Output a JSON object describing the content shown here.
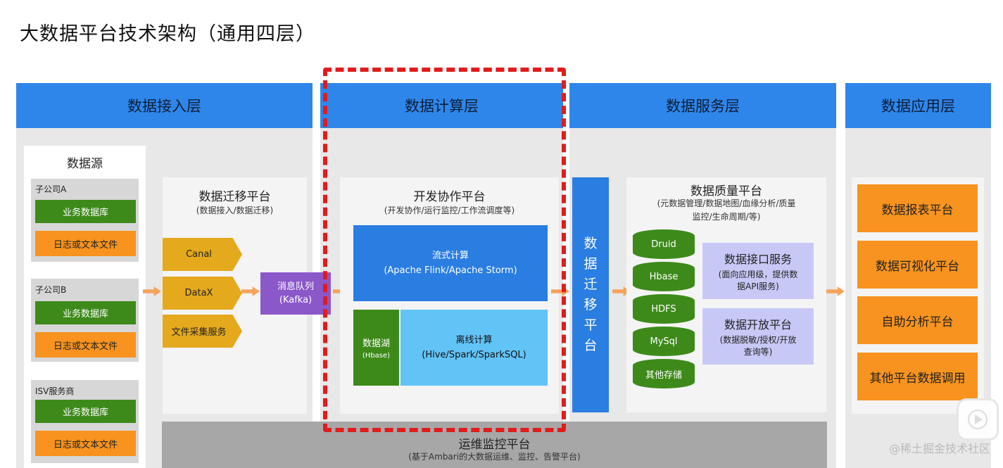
{
  "title": "大数据平台技术架构（通用四层）",
  "layers": {
    "ingest": "数据接入层",
    "compute": "数据计算层",
    "service": "数据服务层",
    "app": "数据应用层"
  },
  "datasource": {
    "title": "数据源",
    "groups": [
      {
        "name": "子公司A",
        "db": "业务数据库",
        "log": "日志或文本文件"
      },
      {
        "name": "子公司B",
        "db": "业务数据库",
        "log": "日志或文本文件"
      },
      {
        "name": "ISV服务商",
        "db": "业务数据库",
        "log": "日志或文本文件"
      }
    ]
  },
  "migration": {
    "title": "数据迁移平台",
    "sub": "(数据接入/数据迁移)",
    "tools": [
      "Canal",
      "DataX",
      "文件采集服务"
    ]
  },
  "queue": {
    "line1": "消息队列",
    "line2": "(Kafka)"
  },
  "dev": {
    "title": "开发协作平台",
    "sub": "(开发协作/运行监控/工作流调度等)",
    "stream": {
      "line1": "流式计算",
      "line2": "(Apache Flink/Apache Storm)"
    },
    "lake": {
      "line1": "数据湖",
      "line2": "(Hbase)"
    },
    "batch": {
      "line1": "离线计算",
      "line2": "(Hive/Spark/SparkSQL)"
    }
  },
  "vertical_migration": [
    "数",
    "据",
    "迁",
    "移",
    "平",
    "台"
  ],
  "quality": {
    "title": "数据质量平台",
    "sub1": "(元数据管理/数据地图/血缘分析/质量",
    "sub2": "监控/生命周期/等)"
  },
  "storage": [
    "Druid",
    "Hbase",
    "HDFS",
    "MySql",
    "其他存储"
  ],
  "api_service": {
    "title": "数据接口服务",
    "sub1": "(面向应用级，提供数",
    "sub2": "据API服务)"
  },
  "open_platform": {
    "title": "数据开放平台",
    "sub1": "(数据脱敏/授权/开放",
    "sub2": "查询等)"
  },
  "apps": [
    "数据报表平台",
    "数据可视化平台",
    "自助分析平台",
    "其他平台数据调用"
  ],
  "ops": {
    "title": "运维监控平台",
    "sub": "(基于Ambari的大数据运维、监控、告警平台)"
  },
  "watermark": "@稀土掘金技术社区",
  "colors": {
    "header_blue": "#2f86ea",
    "green": "#3d8a1a",
    "orange": "#f7931e",
    "purple": "#8b58c9",
    "light_blue": "#62c3f7",
    "lavender": "#c8c8f7",
    "dash_red": "#e21b1b"
  }
}
